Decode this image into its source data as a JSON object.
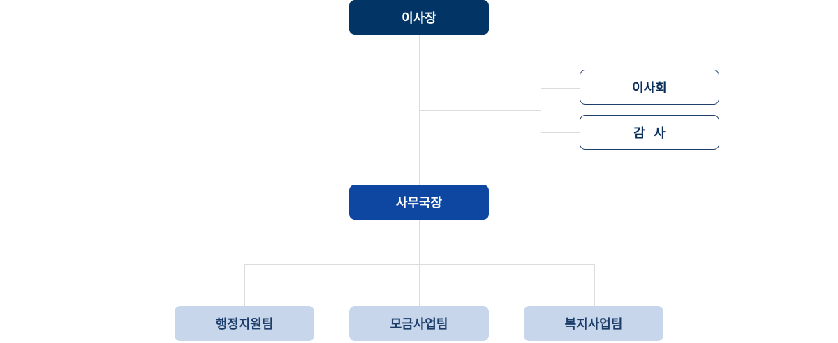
{
  "colors": {
    "chairman_fill": "#023565",
    "director_fill": "#0e47a1",
    "side_border": "#1f3f6b",
    "team_fill": "#c7d6ea",
    "connector": "#dcdcdc"
  },
  "org": {
    "chairman": "이사장",
    "board": "이사회",
    "audit": "감  사",
    "director": "사무국장",
    "teams": [
      "행정지원팀",
      "모금사업팀",
      "복지사업팀"
    ]
  }
}
